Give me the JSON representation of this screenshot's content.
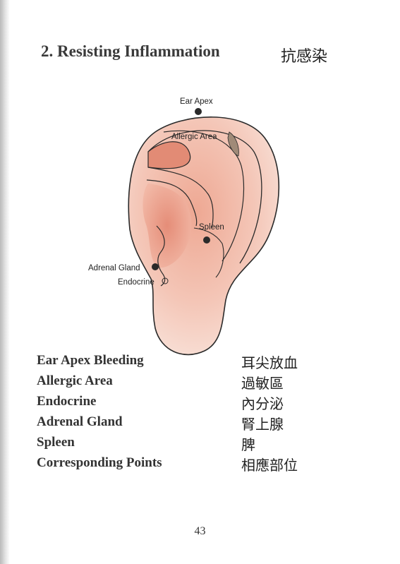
{
  "page": {
    "title": "2. Resisting Inflammation",
    "title_cn": "抗感染",
    "page_number": "43"
  },
  "diagram": {
    "labels": {
      "ear_apex": "Ear Apex",
      "allergic_area": "Allergic Area",
      "spleen": "Spleen",
      "adrenal_gland": "Adrenal Gland",
      "endocrine": "Endocrine"
    },
    "colors": {
      "ear_fill": "#f7dcd2",
      "ear_tint": "#eda590",
      "region_fill": "#e7907c",
      "outline": "#2a2a2a",
      "point": "#2a2a2a",
      "allergic_marker": "#a08a78"
    }
  },
  "terms": [
    {
      "en": "Ear Apex Bleeding",
      "cn": "耳尖放血"
    },
    {
      "en": "Allergic Area",
      "cn": "過敏區"
    },
    {
      "en": "Endocrine",
      "cn": "內分泌"
    },
    {
      "en": "Adrenal Gland",
      "cn": "腎上腺"
    },
    {
      "en": "Spleen",
      "cn": "脾"
    },
    {
      "en": "Corresponding Points",
      "cn": "相應部位"
    }
  ]
}
